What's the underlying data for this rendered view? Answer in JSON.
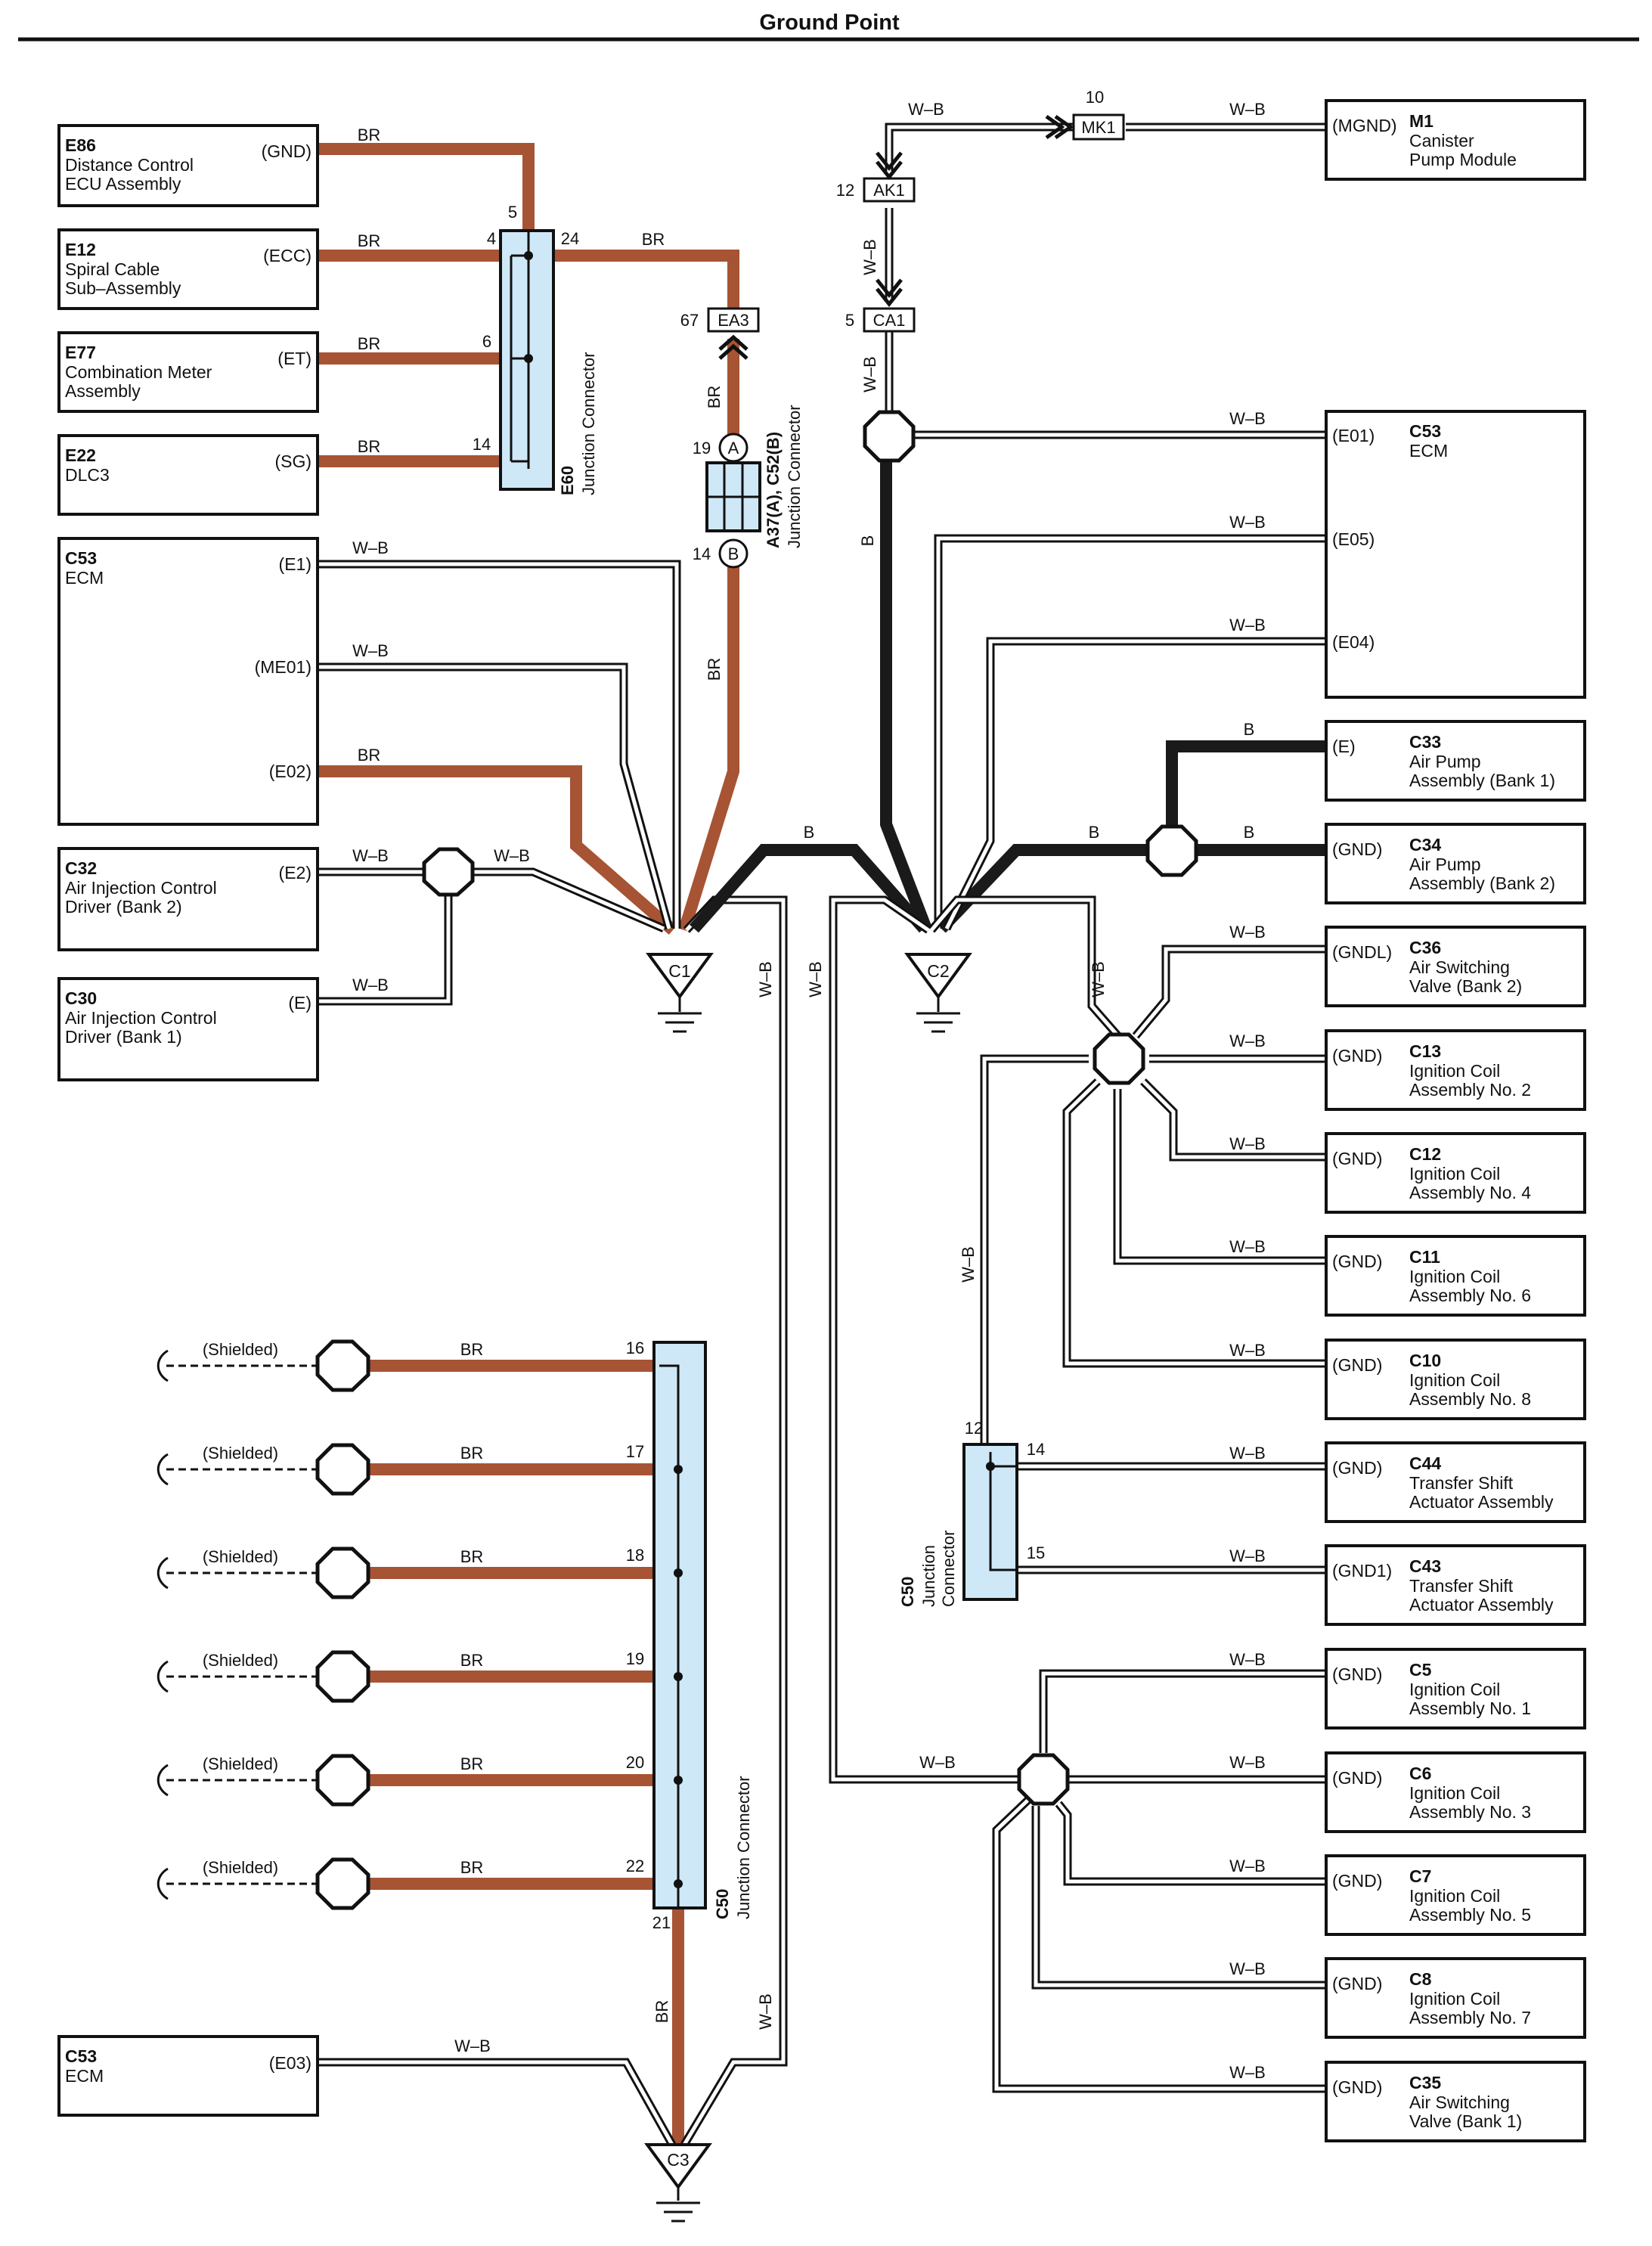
{
  "title": "Ground Point",
  "wire_colors": {
    "BR": "#a65434",
    "B": "#1a1a1a",
    "W-B": "#ffffff"
  },
  "wire_labels": {
    "br": "BR",
    "b": "B",
    "wb": "W–B",
    "shielded": "(Shielded)"
  },
  "components": {
    "e86": {
      "id": "E86",
      "name1": "Distance Control",
      "name2": "ECU Assembly",
      "pin": "(GND)"
    },
    "e12": {
      "id": "E12",
      "name1": "Spiral Cable",
      "name2": "Sub–Assembly",
      "pin": "(ECC)"
    },
    "e77": {
      "id": "E77",
      "name1": "Combination Meter",
      "name2": "Assembly",
      "pin": "(ET)"
    },
    "e22": {
      "id": "E22",
      "name1": "DLC3",
      "pin": "(SG)"
    },
    "c53a": {
      "id": "C53",
      "name1": "ECM",
      "pin1": "(E1)",
      "pin2": "(ME01)",
      "pin3": "(E02)"
    },
    "c32": {
      "id": "C32",
      "name1": "Air Injection Control",
      "name2": "Driver (Bank 2)",
      "pin": "(E2)"
    },
    "c30": {
      "id": "C30",
      "name1": "Air Injection Control",
      "name2": "Driver (Bank 1)",
      "pin": "(E)"
    },
    "c53b": {
      "id": "C53",
      "name1": "ECM",
      "pin": "(E03)"
    },
    "m1": {
      "id": "M1",
      "name1": "Canister",
      "name2": "Pump Module",
      "pin": "(MGND)"
    },
    "c53c": {
      "id": "C53",
      "name1": "ECM",
      "pin1": "(E01)",
      "pin2": "(E05)",
      "pin3": "(E04)"
    },
    "c33": {
      "id": "C33",
      "name1": "Air Pump",
      "name2": "Assembly (Bank 1)",
      "pin": "(E)"
    },
    "c34": {
      "id": "C34",
      "name1": "Air Pump",
      "name2": "Assembly (Bank 2)",
      "pin": "(GND)"
    },
    "c36": {
      "id": "C36",
      "name1": "Air Switching",
      "name2": "Valve (Bank 2)",
      "pin": "(GNDL)"
    },
    "c13": {
      "id": "C13",
      "name1": "Ignition Coil",
      "name2": "Assembly No. 2",
      "pin": "(GND)"
    },
    "c12": {
      "id": "C12",
      "name1": "Ignition Coil",
      "name2": "Assembly No. 4",
      "pin": "(GND)"
    },
    "c11": {
      "id": "C11",
      "name1": "Ignition Coil",
      "name2": "Assembly No. 6",
      "pin": "(GND)"
    },
    "c10": {
      "id": "C10",
      "name1": "Ignition Coil",
      "name2": "Assembly No. 8",
      "pin": "(GND)"
    },
    "c44": {
      "id": "C44",
      "name1": "Transfer Shift",
      "name2": "Actuator Assembly",
      "pin": "(GND)"
    },
    "c43": {
      "id": "C43",
      "name1": "Transfer Shift",
      "name2": "Actuator Assembly",
      "pin": "(GND1)"
    },
    "c5": {
      "id": "C5",
      "name1": "Ignition Coil",
      "name2": "Assembly No. 1",
      "pin": "(GND)"
    },
    "c6": {
      "id": "C6",
      "name1": "Ignition Coil",
      "name2": "Assembly No. 3",
      "pin": "(GND)"
    },
    "c7": {
      "id": "C7",
      "name1": "Ignition Coil",
      "name2": "Assembly No. 5",
      "pin": "(GND)"
    },
    "c8": {
      "id": "C8",
      "name1": "Ignition Coil",
      "name2": "Assembly No. 7",
      "pin": "(GND)"
    },
    "c35": {
      "id": "C35",
      "name1": "Air Switching",
      "name2": "Valve (Bank 1)",
      "pin": "(GND)"
    }
  },
  "junctions": {
    "e60": {
      "id": "E60",
      "name": "Junction Connector",
      "pins": [
        "5",
        "4",
        "24",
        "6",
        "14"
      ]
    },
    "a37": {
      "id": "A37(A), C52(B)",
      "name": "Junction Connector",
      "pins": [
        "19",
        "14"
      ],
      "letters": [
        "A",
        "B"
      ]
    },
    "c50_shield": {
      "id": "C50",
      "name": "Junction Connector",
      "pins": [
        "16",
        "17",
        "18",
        "19",
        "20",
        "22",
        "21"
      ]
    },
    "c50_right": {
      "id": "C50",
      "name1": "Junction",
      "name2": "Connector",
      "pins": [
        "12",
        "14",
        "15"
      ]
    }
  },
  "connectors": {
    "ea3": {
      "id": "EA3",
      "pin": "67"
    },
    "mk1": {
      "id": "MK1",
      "pin": "10"
    },
    "ak1": {
      "id": "AK1",
      "pin": "12"
    },
    "ca1": {
      "id": "CA1",
      "pin": "5"
    }
  },
  "grounds": [
    "C1",
    "C2",
    "C3"
  ]
}
